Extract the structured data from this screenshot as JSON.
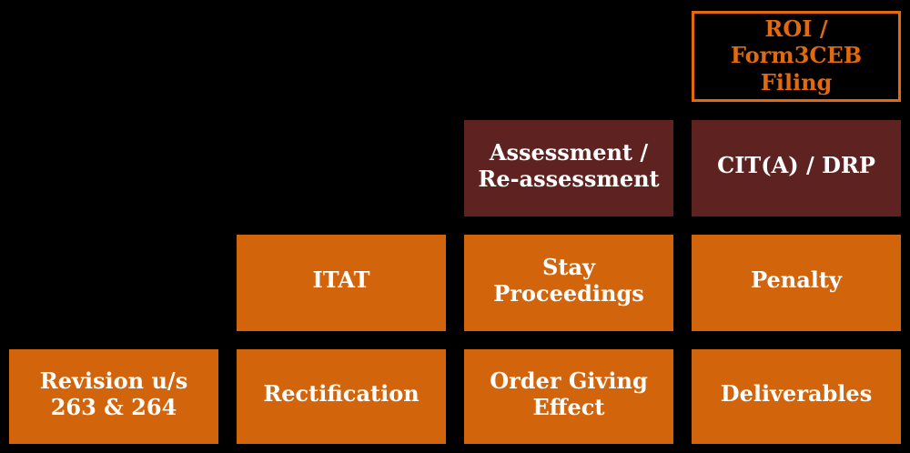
{
  "diagram": {
    "description": "Stair-step diagram of income tax litigation / compliance stages",
    "colors": {
      "background": "#000000",
      "orange": "#D2650C",
      "maroon": "#5E2321",
      "outline_orange": "#E26A0D",
      "white": "#FFFFFF"
    },
    "boxes": [
      {
        "id": "roi-form3ceb-filing",
        "label": "ROI /\nForm3CEB\nFiling",
        "row": 1,
        "col": 4,
        "style": "outlined"
      },
      {
        "id": "assessment-reassessment",
        "label": "Assessment /\nRe-assessment",
        "row": 2,
        "col": 3,
        "style": "maroon"
      },
      {
        "id": "cita-drp",
        "label": "CIT(A) / DRP",
        "row": 2,
        "col": 4,
        "style": "maroon"
      },
      {
        "id": "itat",
        "label": "ITAT",
        "row": 3,
        "col": 2,
        "style": "orange"
      },
      {
        "id": "stay-proceedings",
        "label": "Stay Proceedings",
        "row": 3,
        "col": 3,
        "style": "orange"
      },
      {
        "id": "penalty",
        "label": "Penalty",
        "row": 3,
        "col": 4,
        "style": "orange"
      },
      {
        "id": "revision-263-264",
        "label": "Revision u/s\n263 & 264",
        "row": 4,
        "col": 1,
        "style": "orange"
      },
      {
        "id": "rectification",
        "label": "Rectification",
        "row": 4,
        "col": 2,
        "style": "orange"
      },
      {
        "id": "order-giving-effect",
        "label": "Order Giving\nEffect",
        "row": 4,
        "col": 3,
        "style": "orange"
      },
      {
        "id": "deliverables",
        "label": "Deliverables",
        "row": 4,
        "col": 4,
        "style": "orange"
      }
    ]
  }
}
